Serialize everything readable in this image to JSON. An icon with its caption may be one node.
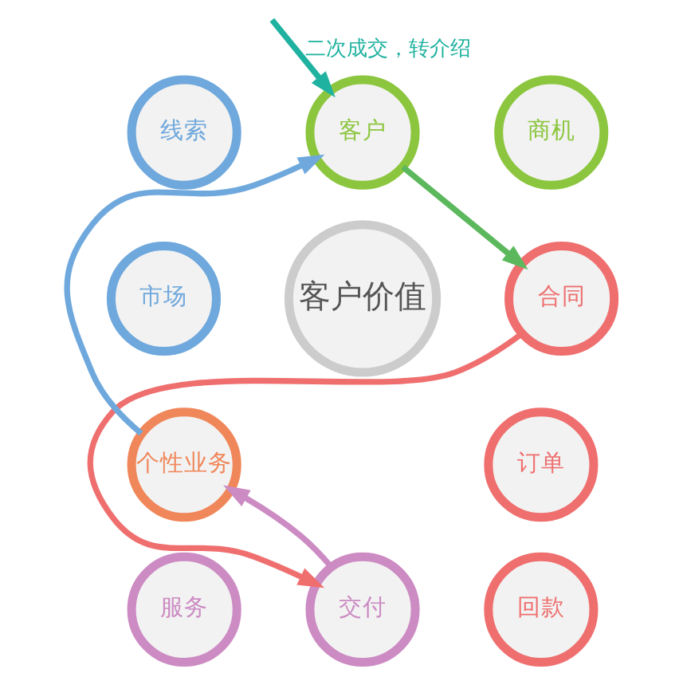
{
  "diagram": {
    "nodes": [
      {
        "text": [
          "客户"
        ]
      },
      {
        "text": [
          "商机"
        ]
      },
      {
        "text": [
          "合同"
        ]
      },
      {
        "text": [
          "订单"
        ]
      },
      {
        "text": [
          "回款"
        ]
      },
      {
        "text": [
          "交付"
        ]
      },
      {
        "text": [
          "服务"
        ]
      },
      {
        "text": [
          "个性业务"
        ]
      },
      {
        "text": [
          "市场"
        ]
      },
      {
        "text": [
          "线索"
        ]
      },
      {
        "text": [
          "客户价值"
        ]
      }
    ],
    "edges": [
      {
        "from": 0,
        "to": 2,
        "arrow": "to",
        "color": "#5cb85c"
      },
      {
        "from": 2,
        "to": 5,
        "arrow": "to",
        "color": "#ef6f6f"
      },
      {
        "from": 5,
        "to": 7,
        "arrow": "to",
        "color": "#cc8bc3"
      },
      {
        "from": 7,
        "to": 0,
        "arrow": "to",
        "color": "#6fa8dc"
      },
      {
        "from": null,
        "to": 0,
        "arrow": "to",
        "label": "二次成交，转介绍",
        "color": "#20b2a0"
      }
    ]
  }
}
